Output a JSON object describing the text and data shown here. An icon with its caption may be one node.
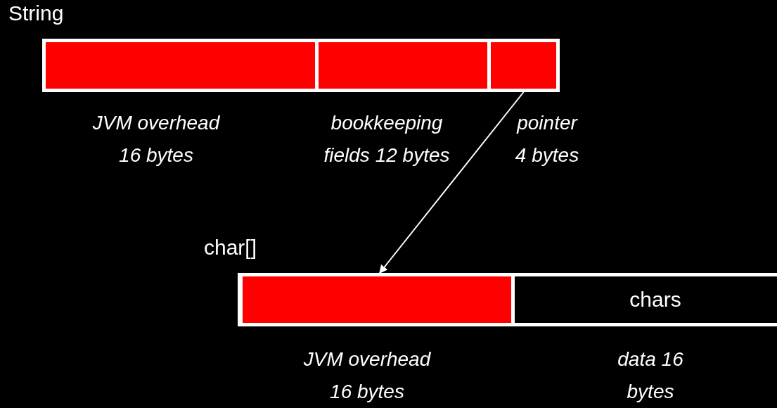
{
  "diagram": {
    "nodes": [
      {
        "text": [
          "String"
        ]
      },
      {
        "text": [],
        "shape": "box",
        "in": 0,
        "beside": [
          "JVM overhead 16 bytes"
        ]
      },
      {
        "text": [],
        "shape": "box",
        "in": 0,
        "beside": [
          "bookkeeping fields 12 bytes"
        ]
      },
      {
        "text": [],
        "shape": "box",
        "in": 0,
        "beside": [
          "pointer 4 bytes"
        ]
      },
      {
        "text": [
          "char[]"
        ]
      },
      {
        "text": [],
        "shape": "box",
        "in": 4,
        "beside": [
          "JVM overhead 16 bytes"
        ]
      },
      {
        "text": [
          "chars"
        ],
        "in": 4,
        "beside": [
          "data 16 bytes"
        ]
      }
    ],
    "edges": [
      {
        "from": 3,
        "to": 5,
        "arrow": "to"
      }
    ]
  }
}
